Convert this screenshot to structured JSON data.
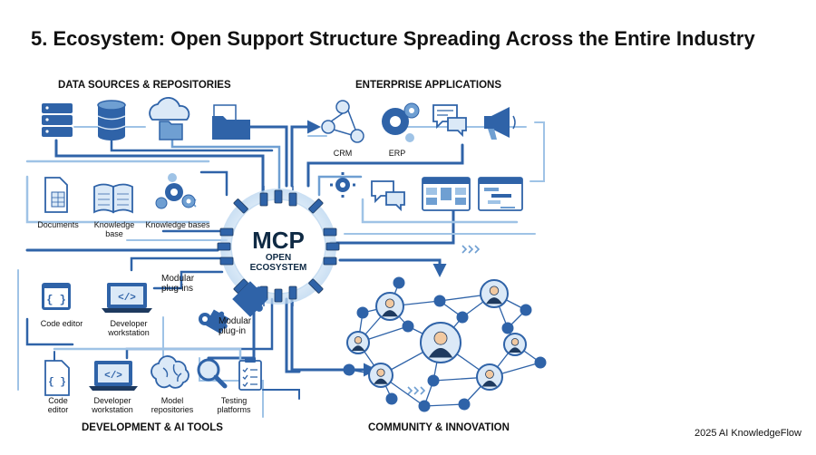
{
  "title": "5. Ecosystem: Open Support Structure Spreading Across the Entire Industry",
  "hub": {
    "name": "MCP",
    "sub_1": "OPEN",
    "sub_2": "ECOSYSTEM"
  },
  "sections": {
    "data_sources": "DATA SOURCES & REPOSITORIES",
    "enterprise": "ENTERPRISE APPLICATIONS",
    "dev_tools": "DEVELOPMENT & AI TOOLS",
    "community": "COMMUNITY & INNOVATION"
  },
  "labels": {
    "documents": "Documents",
    "knowledge_base": "Knowledge\nbase",
    "knowledge_bases": "Knowledge bases",
    "crm": "CRM",
    "erp": "ERP",
    "code_editor_top": "Code editor",
    "dev_workstation_top": "Developer\nworkstation",
    "modular_plugins": "Modular\nplug-ins",
    "modular_plugin": "Modular\nplug-in",
    "code_editor_bottom": "Code\neditor",
    "dev_workstation_bottom": "Developer\nworkstation",
    "model_repositories": "Model\nrepositories",
    "testing_platforms": "Testing\nplatforms"
  },
  "footer": "2025 AI KnowledgeFlow",
  "colors": {
    "primary": "#2f63a8",
    "light": "#9fc3e6",
    "fill": "#dbe9f7",
    "dark": "#1e3a5f",
    "skin": "#f2c9a0"
  },
  "icons": {
    "row1": [
      "server-stack-icon",
      "database-icon",
      "cloud-folder-icon",
      "file-folder-icon"
    ],
    "row2": [
      "document-icon",
      "open-book-icon",
      "gears-icon"
    ],
    "enterprise": [
      "crm-network-icon",
      "erp-gears-icon",
      "chat-bubbles-icon",
      "megaphone-icon",
      "gear-icon",
      "chat-icon",
      "kanban-board-icon",
      "gantt-chart-icon"
    ],
    "dev": [
      "code-editor-icon",
      "laptop-code-icon",
      "code-file-icon",
      "laptop-code-icon",
      "brain-icon",
      "magnifier-icon",
      "checklist-icon"
    ],
    "community": "people-network-icon"
  }
}
